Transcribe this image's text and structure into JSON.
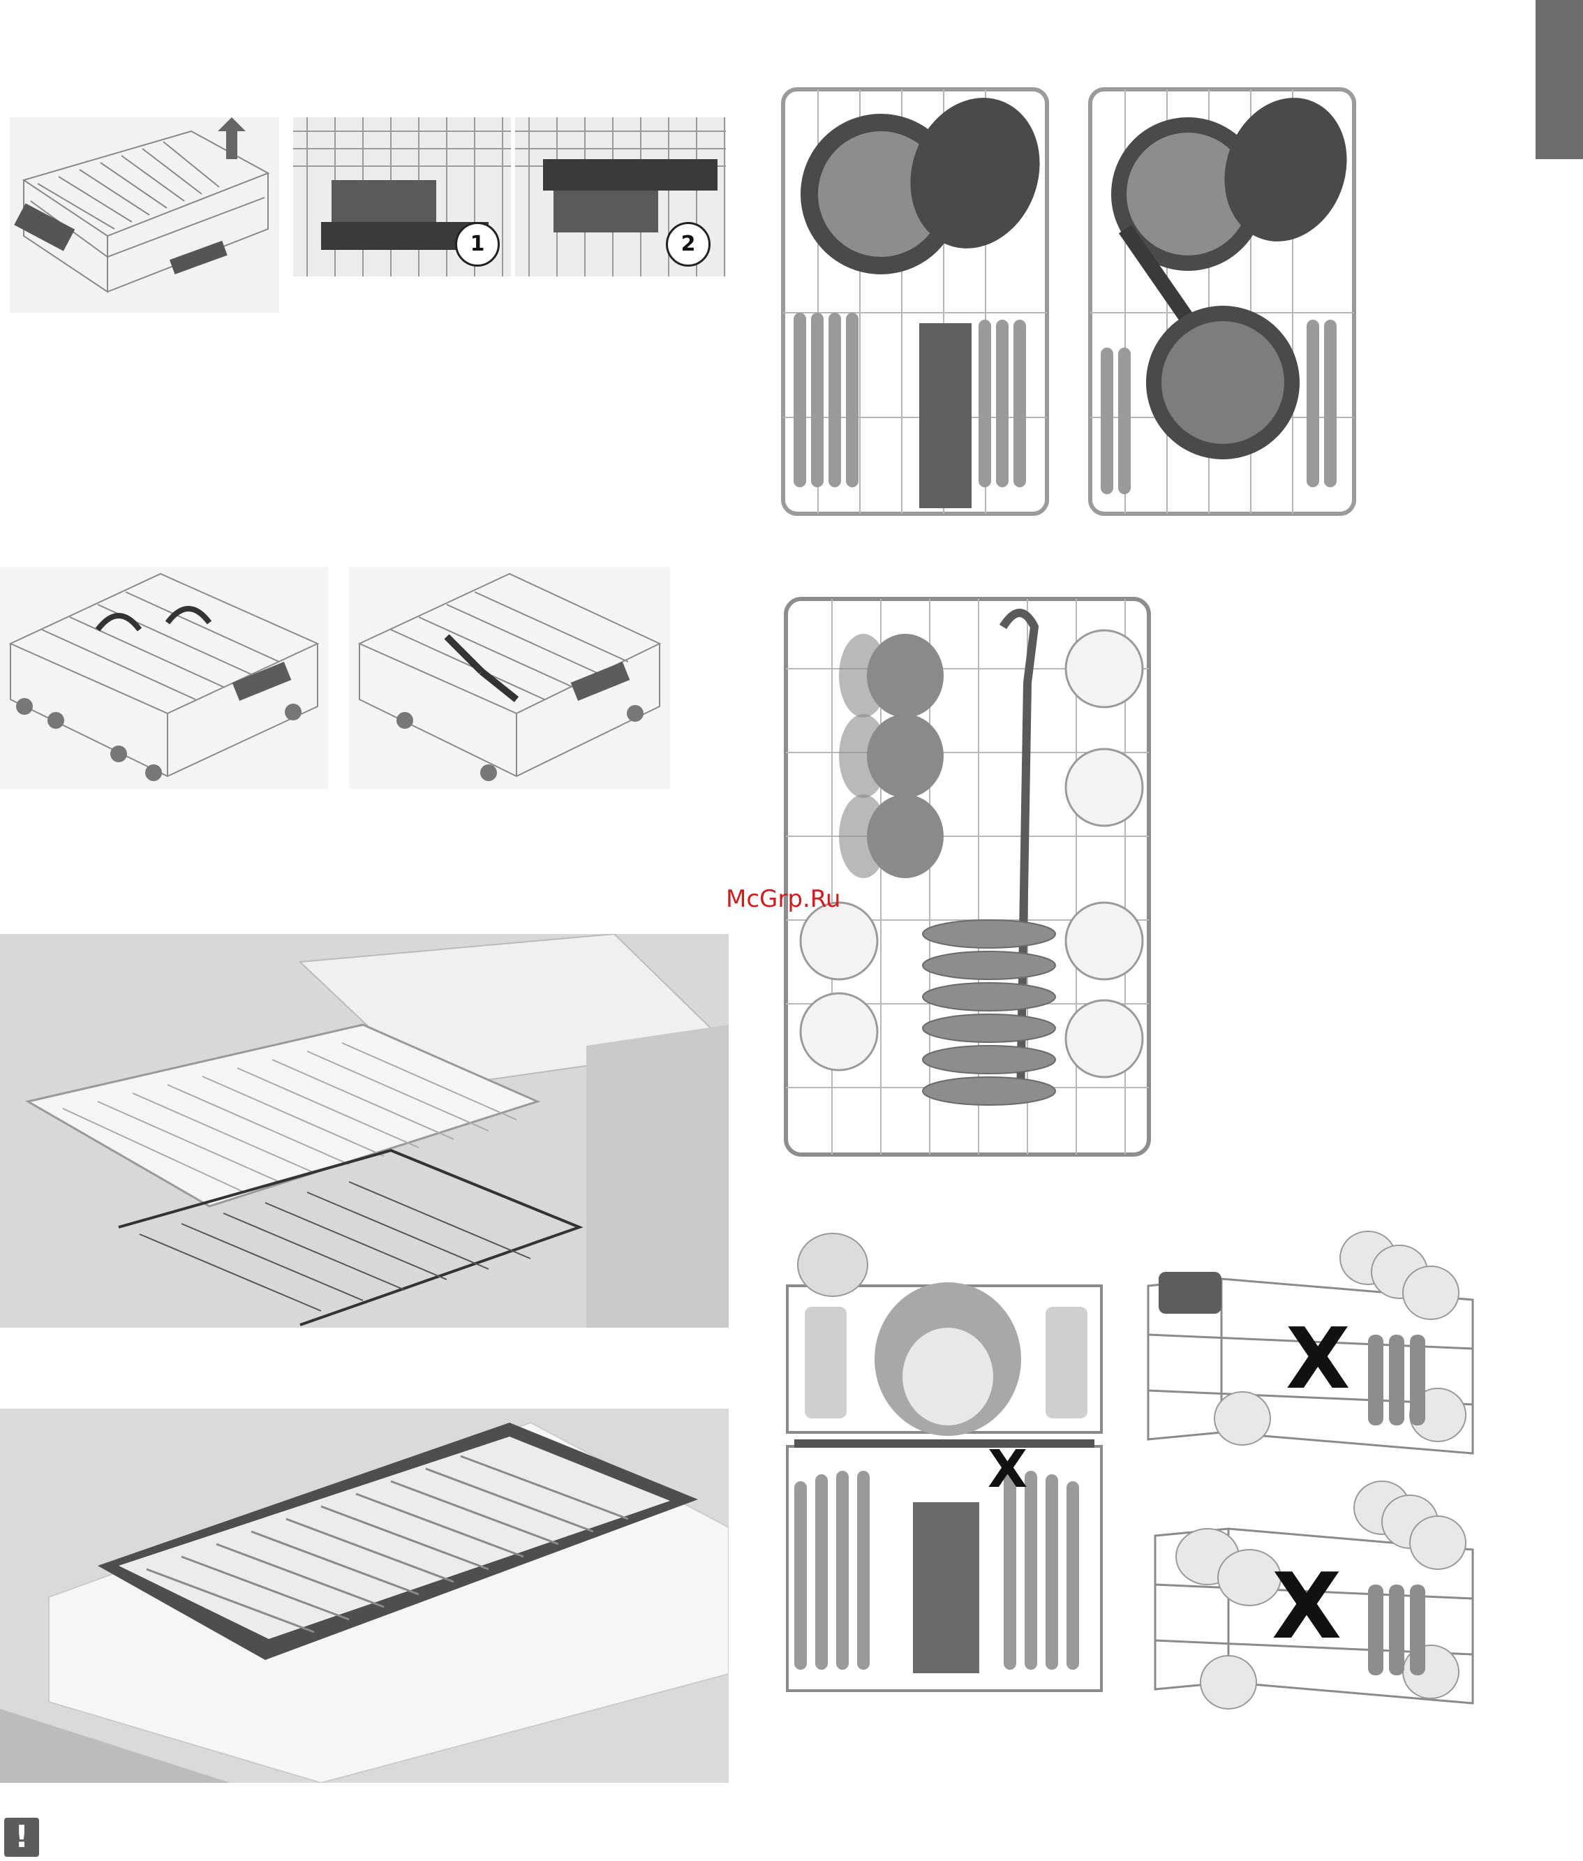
{
  "figure_labels": {
    "step_one": "1",
    "step_two": "2"
  },
  "crossed_out_mark": "X",
  "watermark": "McGrp.Ru",
  "warning_icon_glyph": "!",
  "colors": {
    "tab": "#6d6d6d",
    "photo_backdrop": "#d9d9d9",
    "wire": "#8a8a8a",
    "dark_item": "#4a4a4a",
    "watermark": "#cc1e1e"
  }
}
